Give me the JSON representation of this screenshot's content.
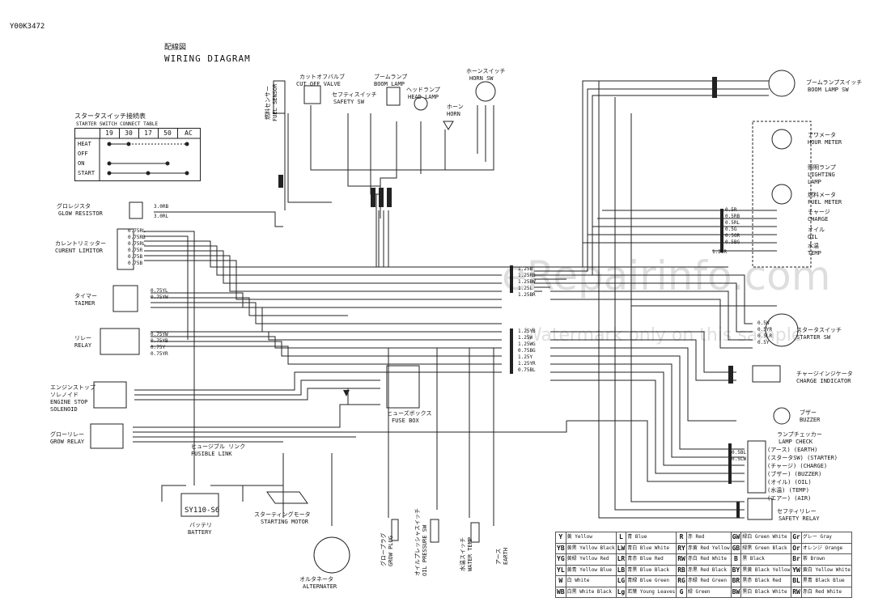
{
  "doc_code": "Y00K3472",
  "title_jp": "配線図",
  "title_en": "WIRING DIAGRAM",
  "watermark": "eRepairinfo.com",
  "watermark2": "Watermark only on this sample",
  "switch_table": {
    "title_jp": "スタータスイッチ接続表",
    "title_en": "STARTER SWITCH CONNECT TABLE",
    "columns": [
      "19",
      "30",
      "17",
      "50",
      "AC"
    ],
    "rows": [
      "HEAT",
      "OFF",
      "ON",
      "START"
    ]
  },
  "components": {
    "glow_resistor": {
      "jp": "グロレジスタ",
      "en": "GLOW RESISTOR"
    },
    "current_limiter": {
      "jp": "カレントリミッター",
      "en": "CURENT LIMITOR"
    },
    "timer": {
      "jp": "タイマー",
      "en": "TAIMER"
    },
    "relay": {
      "jp": "リレー",
      "en": "RELAY"
    },
    "engine_stop": {
      "jp1": "エンジンストップ",
      "jp2": "ソレノイド",
      "en1": "ENGINE STOP",
      "en2": "SOLENOID"
    },
    "glow_relay": {
      "jp": "グローリレー",
      "en": "GROW RELAY"
    },
    "fusible_link": {
      "jp": "ヒュージブル リンク",
      "en": "FUSIBLE LINK"
    },
    "battery": {
      "jp": "バッテリ",
      "en": "BATTERY",
      "model": "SY110-S6"
    },
    "starting_motor": {
      "jp": "スターティングモータ",
      "en": "STARTING MOTOR"
    },
    "alternator": {
      "jp": "オルタネータ",
      "en": "ALTERNATER"
    },
    "glow_plug": {
      "jp": "グロープラグ",
      "en": "GROW PLUG"
    },
    "oil_pressure_sw": {
      "jp": "オイルプレッシャスイッチ",
      "en": "OIL PRESSURE SW"
    },
    "water_temp_sw": {
      "jp": "水温スイッチ",
      "en": "WATER TEMP"
    },
    "earth": {
      "jp": "アース",
      "en": "EARTH"
    },
    "fuse_box": {
      "jp": "ヒューズボックス",
      "en": "FUSE BOX"
    },
    "fuel_sensor": {
      "jp": "燃料センサー",
      "en": "FUEL SENSOR"
    },
    "cut_off_valve": {
      "jp": "カットオフバルブ",
      "en": "CUT OFF VALVE"
    },
    "safety_sw": {
      "jp": "セフティスイッチ",
      "en": "SAFETY SW"
    },
    "boom_lamp": {
      "jp": "ブームランプ",
      "en": "BOOM LAMP"
    },
    "head_lamp": {
      "jp": "ヘッドランプ",
      "en": "HEAD LAMP"
    },
    "horn": {
      "jp": "ホーン",
      "en": "HORN"
    },
    "horn_sw": {
      "jp": "ホーンスイッチ",
      "en": "HORN SW"
    },
    "boom_lamp_sw": {
      "jp": "ブームランプスイッチ",
      "en": "BOOM LAMP SW"
    },
    "hour_meter": {
      "jp": "アワメータ",
      "en": "HOUR METER"
    },
    "lighting_lamp": {
      "jp": "照明ランプ",
      "en1": "LIGHTING",
      "en2": "LAMP"
    },
    "fuel_meter": {
      "jp": "燃料メータ",
      "en": "FUEL METER"
    },
    "charge": {
      "jp": "チャージ",
      "en": "CHARGE"
    },
    "oil": {
      "jp": "オイル",
      "en": "OIL"
    },
    "temp": {
      "jp": "水温",
      "en": "TEMP"
    },
    "starter_sw": {
      "jp": "スタータスイッチ",
      "en": "STARTER SW"
    },
    "charge_indicator": {
      "jp": "チャージインジケータ",
      "en": "CHARGE INDICATOR"
    },
    "buzzer": {
      "jp": "ブザー",
      "en": "BUZZER"
    },
    "lamp_check": {
      "jp": "ランプチェッカー",
      "en": "LAMP CHECK",
      "items": [
        "(アース) (EARTH)",
        "(スタータSW) (STARTER)",
        "(チャージ) (CHARGE)",
        "(ブザー) (BUZZER)",
        "(オイル) (OIL)",
        "(水温) (TEMP)",
        "(エアー) (AIR)"
      ]
    },
    "safety_relay": {
      "jp": "セフティリレー",
      "en": "SAFETY RELAY"
    }
  },
  "wire_labels_left": [
    "3.0RB",
    "3.0RL",
    "0.75RL",
    "0.75RB",
    "0.75RL",
    "0.75R",
    "0.75B",
    "0.75B",
    "0.75YL",
    "0.75YW",
    "0.75YW",
    "0.75YB",
    "0.75Y",
    "0.75YR"
  ],
  "wire_labels_center": [
    "1.25B",
    "1.25RB",
    "1.25BW",
    "1.25L",
    "1.25BR",
    "1.25YB",
    "1.25W",
    "1.25WG",
    "0.75BG",
    "1.25Y",
    "1.25YR",
    "0.75BL"
  ],
  "wire_labels_right": [
    "0.5R",
    "0.5RB",
    "0.5RL",
    "0.5G",
    "0.5GR",
    "0.5BG",
    "0.5W",
    "0.5YR",
    "0.5LR",
    "0.5Y",
    "0.5BL",
    "0.5LW",
    "1.25R"
  ],
  "color_legend": [
    [
      [
        "Y",
        "黄",
        "Yellow"
      ],
      [
        "L",
        "青",
        "Blue"
      ],
      [
        "R",
        "赤",
        "Red"
      ],
      [
        "GW",
        "緑白",
        "Green White"
      ],
      [
        "Gr",
        "グレー",
        "Gray"
      ]
    ],
    [
      [
        "YB",
        "黄黒",
        "Yellow Black"
      ],
      [
        "LW",
        "青白",
        "Blue White"
      ],
      [
        "RY",
        "赤黄",
        "Red Yellow"
      ],
      [
        "GB",
        "緑黒",
        "Green Black"
      ],
      [
        "Or",
        "オレンジ",
        "Orange"
      ]
    ],
    [
      [
        "YG",
        "黄緑",
        "Yellow Red"
      ],
      [
        "LR",
        "青赤",
        "Blue Red"
      ],
      [
        "RW",
        "赤白",
        "Red White"
      ],
      [
        "B",
        "黒",
        "Black"
      ],
      [
        "Br",
        "茶",
        "Brown"
      ]
    ],
    [
      [
        "YL",
        "黄青",
        "Yellow Blue"
      ],
      [
        "LB",
        "青黒",
        "Blue Black"
      ],
      [
        "RB",
        "赤黒",
        "Red Black"
      ],
      [
        "BY",
        "黒黄",
        "Black Yellow"
      ],
      [
        "YW",
        "黄白",
        "Yellow White"
      ]
    ],
    [
      [
        "W",
        "白",
        "White"
      ],
      [
        "LG",
        "青緑",
        "Blue Green"
      ],
      [
        "RG",
        "赤緑",
        "Red Green"
      ],
      [
        "BR",
        "黒赤",
        "Black Red"
      ],
      [
        "BL",
        "黒青",
        "Black Blue"
      ]
    ],
    [
      [
        "WB",
        "白黒",
        "White Black"
      ],
      [
        "Lg",
        "若葉",
        "Young Leaves"
      ],
      [
        "G",
        "緑",
        "Green"
      ],
      [
        "BW",
        "黒白",
        "Black White"
      ],
      [
        "RW",
        "赤白",
        "Red White"
      ]
    ]
  ]
}
